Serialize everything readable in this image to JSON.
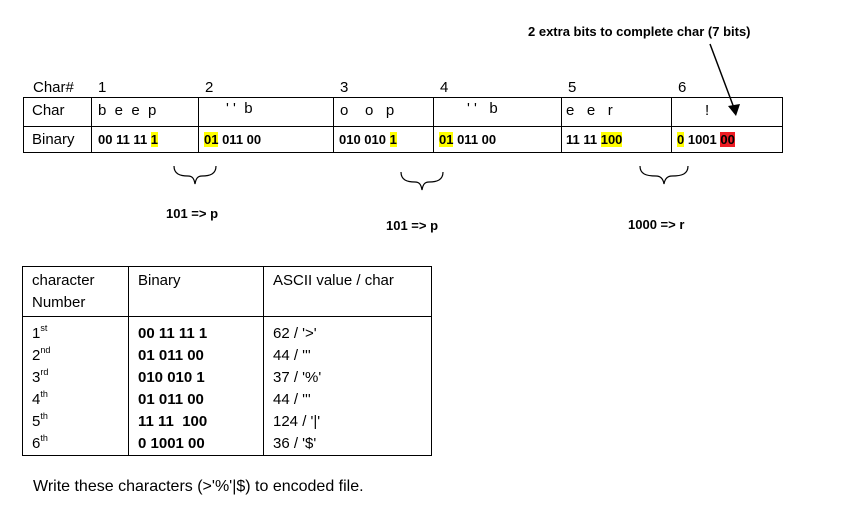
{
  "annotation_top": "2 extra bits to complete char (7 bits)",
  "char_row": {
    "label": "Char#",
    "nums": [
      "1",
      "2",
      "3",
      "4",
      "5",
      "6"
    ]
  },
  "chars": {
    "label": "Char",
    "c1": "b  e  e  p",
    "c2": "' '  b",
    "c3": "o    o   p",
    "c4": "' '   b",
    "c5": "e   e   r",
    "c6": "!"
  },
  "binary": {
    "label": "Binary",
    "b1_plain": "00 11 11 ",
    "b1_hl": "1",
    "b2_hl": "01",
    "b2_plain": " 011 00",
    "b3_plain": "010 010 ",
    "b3_hl": "1",
    "b4_hl": "01",
    "b4_plain": " 011 00",
    "b5_plain": "11 11 ",
    "b5_hl": "100",
    "b6_hl": "0",
    "b6_plain": " 1001 ",
    "b6_red": "00"
  },
  "brace_labels": [
    "101 => p",
    "101 => p",
    "1000 => r"
  ],
  "table": {
    "headers": [
      "character Number",
      "Binary",
      "ASCII value / char"
    ],
    "rows": [
      {
        "num": "1",
        "sup": "st",
        "binary": "00 11 11 1",
        "ascii": "62 / '>'"
      },
      {
        "num": "2",
        "sup": "nd",
        "binary": "01 011 00",
        "ascii": "44 / '''"
      },
      {
        "num": "3",
        "sup": "rd",
        "binary": "010 010 1",
        "ascii": "37 / '%'"
      },
      {
        "num": "4",
        "sup": "th",
        "binary": "01 011 00",
        "ascii": "44 / '''"
      },
      {
        "num": "5",
        "sup": "th",
        "binary": "11 11  100",
        "ascii": "124 / '|'"
      },
      {
        "num": "6",
        "sup": "th",
        "binary": "0 1001 00",
        "ascii": "36 / '$'"
      }
    ]
  },
  "footer_text": "Write these characters (>'%'|$) to encoded file."
}
